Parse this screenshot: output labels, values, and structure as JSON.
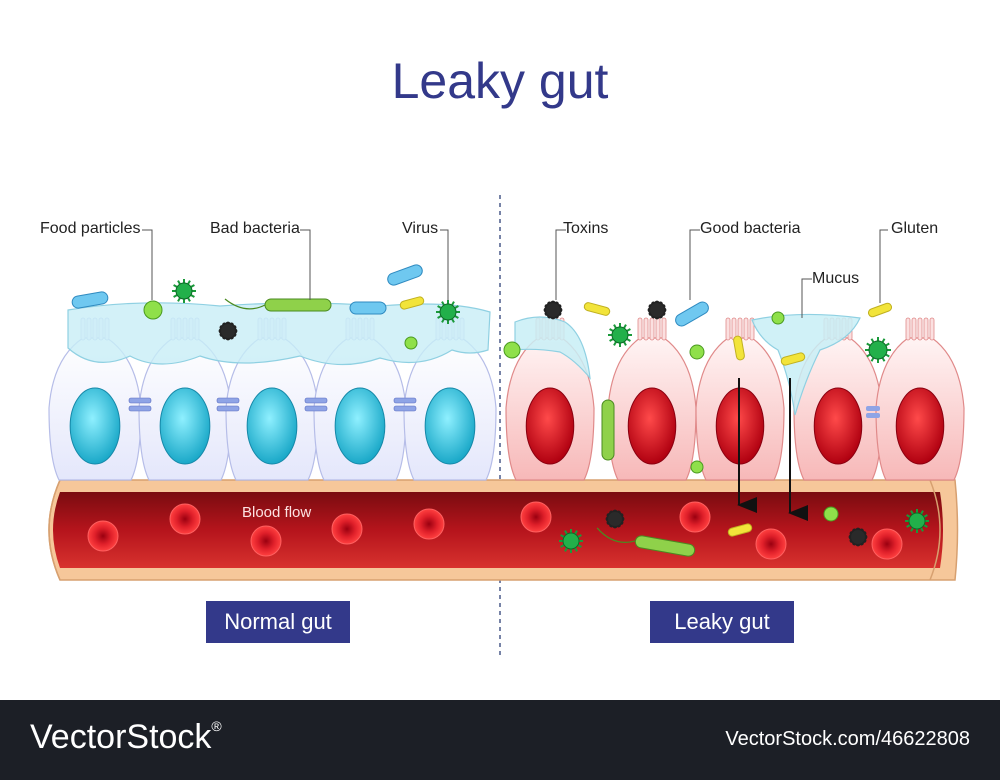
{
  "title": "Leaky gut",
  "labels": {
    "food_particles": "Food particles",
    "bad_bacteria": "Bad bacteria",
    "virus": "Virus",
    "toxins": "Toxins",
    "good_bacteria": "Good bacteria",
    "gluten": "Gluten",
    "mucus": "Mucus",
    "blood_flow": "Blood flow"
  },
  "panels": {
    "normal": "Normal gut",
    "leaky": "Leaky gut"
  },
  "footer": {
    "brand": "VectorStock",
    "registered": "®",
    "credit": "VectorStock.com/46622808"
  },
  "colors": {
    "title": "#33398a",
    "badge": "#33398a",
    "vessel_wall": "#f6c79a",
    "blood": "#b5141c",
    "normal_nucleus": "#2fc4dc",
    "leaky_nucleus": "#d8141c",
    "virus": "#1a9a3a",
    "toxin": "#222222",
    "good_bacteria": "#f2e43a",
    "bad_bacteria": "#8fd14a",
    "mucus": "#b7e8f2"
  }
}
